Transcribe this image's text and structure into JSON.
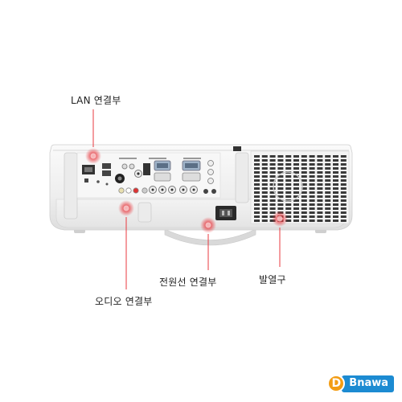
{
  "callouts": {
    "lan": "LAN 연결부",
    "audio": "오디오 연결부",
    "power": "전원선 연결부",
    "vent": "발열구"
  },
  "logo": {
    "mark": "D",
    "brand_b": "B",
    "brand_text": "nawa"
  },
  "colors": {
    "marker_red": "#e8393f",
    "body": "#f2f2f2",
    "logo_orange": "#f39c12",
    "logo_blue": "#1c8bd2"
  },
  "icons": [
    "projector-illustration",
    "marker-dot",
    "logo-mark"
  ]
}
